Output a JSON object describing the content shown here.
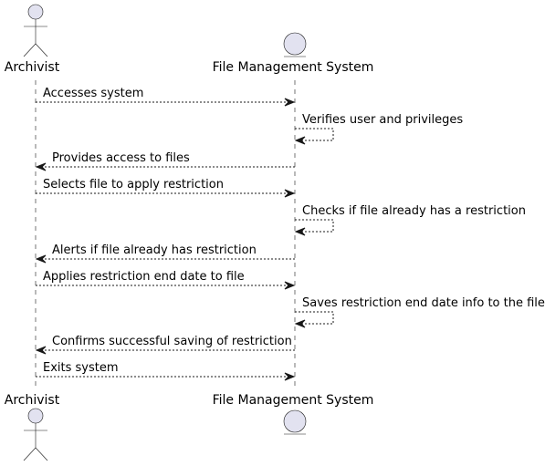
{
  "diagram": {
    "participants": {
      "archivist": "Archivist",
      "system": "File Management System"
    },
    "colors": {
      "participant_fill": "#E2E2F0",
      "line": "#181818",
      "text": "#000000"
    },
    "messages": [
      {
        "from": "archivist",
        "to": "system",
        "label": "Accesses system"
      },
      {
        "from": "system",
        "to": "system",
        "label": "Verifies user and privileges"
      },
      {
        "from": "system",
        "to": "archivist",
        "label": "Provides access to files"
      },
      {
        "from": "archivist",
        "to": "system",
        "label": "Selects file to apply restriction"
      },
      {
        "from": "system",
        "to": "system",
        "label": "Checks if file already has a restriction"
      },
      {
        "from": "system",
        "to": "archivist",
        "label": "Alerts if file already has restriction"
      },
      {
        "from": "archivist",
        "to": "system",
        "label": "Applies restriction end date to file"
      },
      {
        "from": "system",
        "to": "system",
        "label": "Saves restriction end date info to the file"
      },
      {
        "from": "system",
        "to": "archivist",
        "label": "Confirms successful saving of restriction"
      },
      {
        "from": "archivist",
        "to": "system",
        "label": "Exits system"
      }
    ]
  }
}
